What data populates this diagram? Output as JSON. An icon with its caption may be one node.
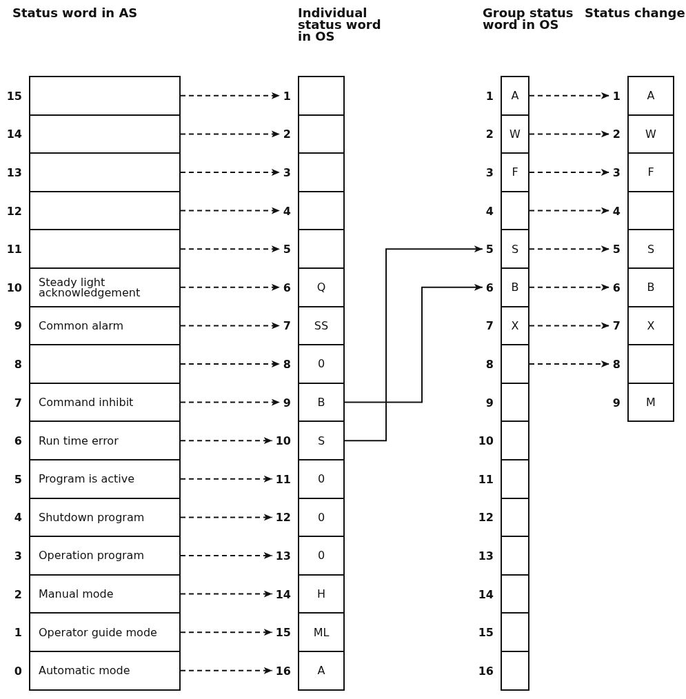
{
  "diagram": {
    "nodes": [
      {
        "text": [],
        "shape": "box",
        "beside": [
          "15"
        ]
      },
      {
        "text": [],
        "shape": "box",
        "beside": [
          "14"
        ]
      },
      {
        "text": [],
        "shape": "box",
        "beside": [
          "13"
        ]
      },
      {
        "text": [],
        "shape": "box",
        "beside": [
          "12"
        ]
      },
      {
        "text": [],
        "shape": "box",
        "beside": [
          "11"
        ]
      },
      {
        "text": [
          "Steady light acknowledgement"
        ],
        "beside": [
          "10"
        ]
      },
      {
        "text": [
          "Common alarm"
        ],
        "beside": [
          "9"
        ]
      },
      {
        "text": [],
        "shape": "box",
        "beside": [
          "8"
        ]
      },
      {
        "text": [
          "Command inhibit"
        ],
        "beside": [
          "7"
        ]
      },
      {
        "text": [
          "Run time error"
        ],
        "beside": [
          "6"
        ]
      },
      {
        "text": [
          "Program is active"
        ],
        "beside": [
          "5"
        ]
      },
      {
        "text": [
          "Shutdown program"
        ],
        "beside": [
          "4"
        ]
      },
      {
        "text": [
          "Operation program"
        ],
        "beside": [
          "3"
        ]
      },
      {
        "text": [
          "Manual mode"
        ],
        "beside": [
          "2"
        ]
      },
      {
        "text": [
          "Operator guide mode"
        ],
        "beside": [
          "1"
        ]
      },
      {
        "text": [
          "Automatic mode"
        ],
        "beside": [
          "0"
        ]
      },
      {
        "text": [],
        "shape": "box",
        "beside": [
          "1"
        ]
      },
      {
        "text": [],
        "shape": "box",
        "beside": [
          "2"
        ]
      },
      {
        "text": [],
        "shape": "box",
        "beside": [
          "3"
        ]
      },
      {
        "text": [],
        "shape": "box",
        "beside": [
          "4"
        ]
      },
      {
        "text": [],
        "shape": "box",
        "beside": [
          "5"
        ]
      },
      {
        "text": [
          "Q"
        ],
        "beside": [
          "6"
        ]
      },
      {
        "text": [
          "SS"
        ],
        "beside": [
          "7"
        ]
      },
      {
        "text": [
          "0"
        ],
        "beside": [
          "8"
        ]
      },
      {
        "text": [
          "B"
        ],
        "beside": [
          "9"
        ]
      },
      {
        "text": [
          "S"
        ],
        "beside": [
          "10"
        ]
      },
      {
        "text": [
          "0"
        ],
        "beside": [
          "11"
        ]
      },
      {
        "text": [
          "0"
        ],
        "beside": [
          "12"
        ]
      },
      {
        "text": [
          "0"
        ],
        "beside": [
          "13"
        ]
      },
      {
        "text": [
          "H"
        ],
        "beside": [
          "14"
        ]
      },
      {
        "text": [
          "ML"
        ],
        "beside": [
          "15"
        ]
      },
      {
        "text": [
          "A"
        ],
        "beside": [
          "16"
        ]
      },
      {
        "text": [
          "A"
        ],
        "beside": [
          "1"
        ]
      },
      {
        "text": [
          "W"
        ],
        "beside": [
          "2"
        ]
      },
      {
        "text": [
          "F"
        ],
        "beside": [
          "3"
        ]
      },
      {
        "text": [],
        "shape": "box",
        "beside": [
          "4"
        ]
      },
      {
        "text": [
          "S"
        ],
        "beside": [
          "5"
        ]
      },
      {
        "text": [
          "B"
        ],
        "beside": [
          "6"
        ]
      },
      {
        "text": [
          "X"
        ],
        "beside": [
          "7"
        ]
      },
      {
        "text": [],
        "shape": "box",
        "beside": [
          "8"
        ]
      },
      {
        "text": [],
        "shape": "box",
        "beside": [
          "9"
        ]
      },
      {
        "text": [],
        "shape": "box",
        "beside": [
          "10"
        ]
      },
      {
        "text": [],
        "shape": "box",
        "beside": [
          "11"
        ]
      },
      {
        "text": [],
        "shape": "box",
        "beside": [
          "12"
        ]
      },
      {
        "text": [],
        "shape": "box",
        "beside": [
          "13"
        ]
      },
      {
        "text": [],
        "shape": "box",
        "beside": [
          "14"
        ]
      },
      {
        "text": [],
        "shape": "box",
        "beside": [
          "15"
        ]
      },
      {
        "text": [],
        "shape": "box",
        "beside": [
          "16"
        ]
      },
      {
        "text": [
          "A"
        ],
        "beside": [
          "1"
        ]
      },
      {
        "text": [
          "W"
        ],
        "beside": [
          "2"
        ]
      },
      {
        "text": [
          "F"
        ],
        "beside": [
          "3"
        ]
      },
      {
        "text": [],
        "shape": "box",
        "beside": [
          "4"
        ]
      },
      {
        "text": [
          "S"
        ],
        "beside": [
          "5"
        ]
      },
      {
        "text": [
          "B"
        ],
        "beside": [
          "6"
        ]
      },
      {
        "text": [
          "X"
        ],
        "beside": [
          "7"
        ]
      },
      {
        "text": [],
        "shape": "box",
        "beside": [
          "8"
        ]
      },
      {
        "text": [
          "M"
        ],
        "beside": [
          "9"
        ]
      }
    ],
    "edges": [
      {
        "from": 0,
        "to": 16,
        "arrow": "to",
        "style": "dashed"
      },
      {
        "from": 1,
        "to": 17,
        "arrow": "to",
        "style": "dashed"
      },
      {
        "from": 2,
        "to": 18,
        "arrow": "to",
        "style": "dashed"
      },
      {
        "from": 3,
        "to": 19,
        "arrow": "to",
        "style": "dashed"
      },
      {
        "from": 4,
        "to": 20,
        "arrow": "to",
        "style": "dashed"
      },
      {
        "from": 5,
        "to": 21,
        "arrow": "to",
        "style": "dashed"
      },
      {
        "from": 6,
        "to": 22,
        "arrow": "to",
        "style": "dashed"
      },
      {
        "from": 7,
        "to": 23,
        "arrow": "to",
        "style": "dashed"
      },
      {
        "from": 8,
        "to": 24,
        "arrow": "to",
        "style": "dashed"
      },
      {
        "from": 9,
        "to": 25,
        "arrow": "to",
        "style": "dashed"
      },
      {
        "from": 10,
        "to": 26,
        "arrow": "to",
        "style": "dashed"
      },
      {
        "from": 11,
        "to": 27,
        "arrow": "to",
        "style": "dashed"
      },
      {
        "from": 12,
        "to": 28,
        "arrow": "to",
        "style": "dashed"
      },
      {
        "from": 13,
        "to": 29,
        "arrow": "to",
        "style": "dashed"
      },
      {
        "from": 14,
        "to": 30,
        "arrow": "to",
        "style": "dashed"
      },
      {
        "from": 15,
        "to": 31,
        "arrow": "to",
        "style": "dashed"
      },
      {
        "from": 24,
        "to": 37,
        "arrow": "to"
      },
      {
        "from": 25,
        "to": 36,
        "arrow": "to"
      },
      {
        "from": 32,
        "to": 48,
        "arrow": "to",
        "style": "dashed"
      },
      {
        "from": 33,
        "to": 49,
        "arrow": "to",
        "style": "dashed"
      },
      {
        "from": 34,
        "to": 50,
        "arrow": "to",
        "style": "dashed"
      },
      {
        "from": 35,
        "to": 51,
        "arrow": "to",
        "style": "dashed"
      },
      {
        "from": 36,
        "to": 52,
        "arrow": "to",
        "style": "dashed"
      },
      {
        "from": 37,
        "to": 53,
        "arrow": "to",
        "style": "dashed"
      },
      {
        "from": 38,
        "to": 54,
        "arrow": "to",
        "style": "dashed"
      },
      {
        "from": 39,
        "to": 55,
        "arrow": "to",
        "style": "dashed"
      }
    ],
    "labels": [
      "Status word in AS",
      "Individual status word in OS",
      "Group status word in OS",
      "Status change"
    ]
  }
}
